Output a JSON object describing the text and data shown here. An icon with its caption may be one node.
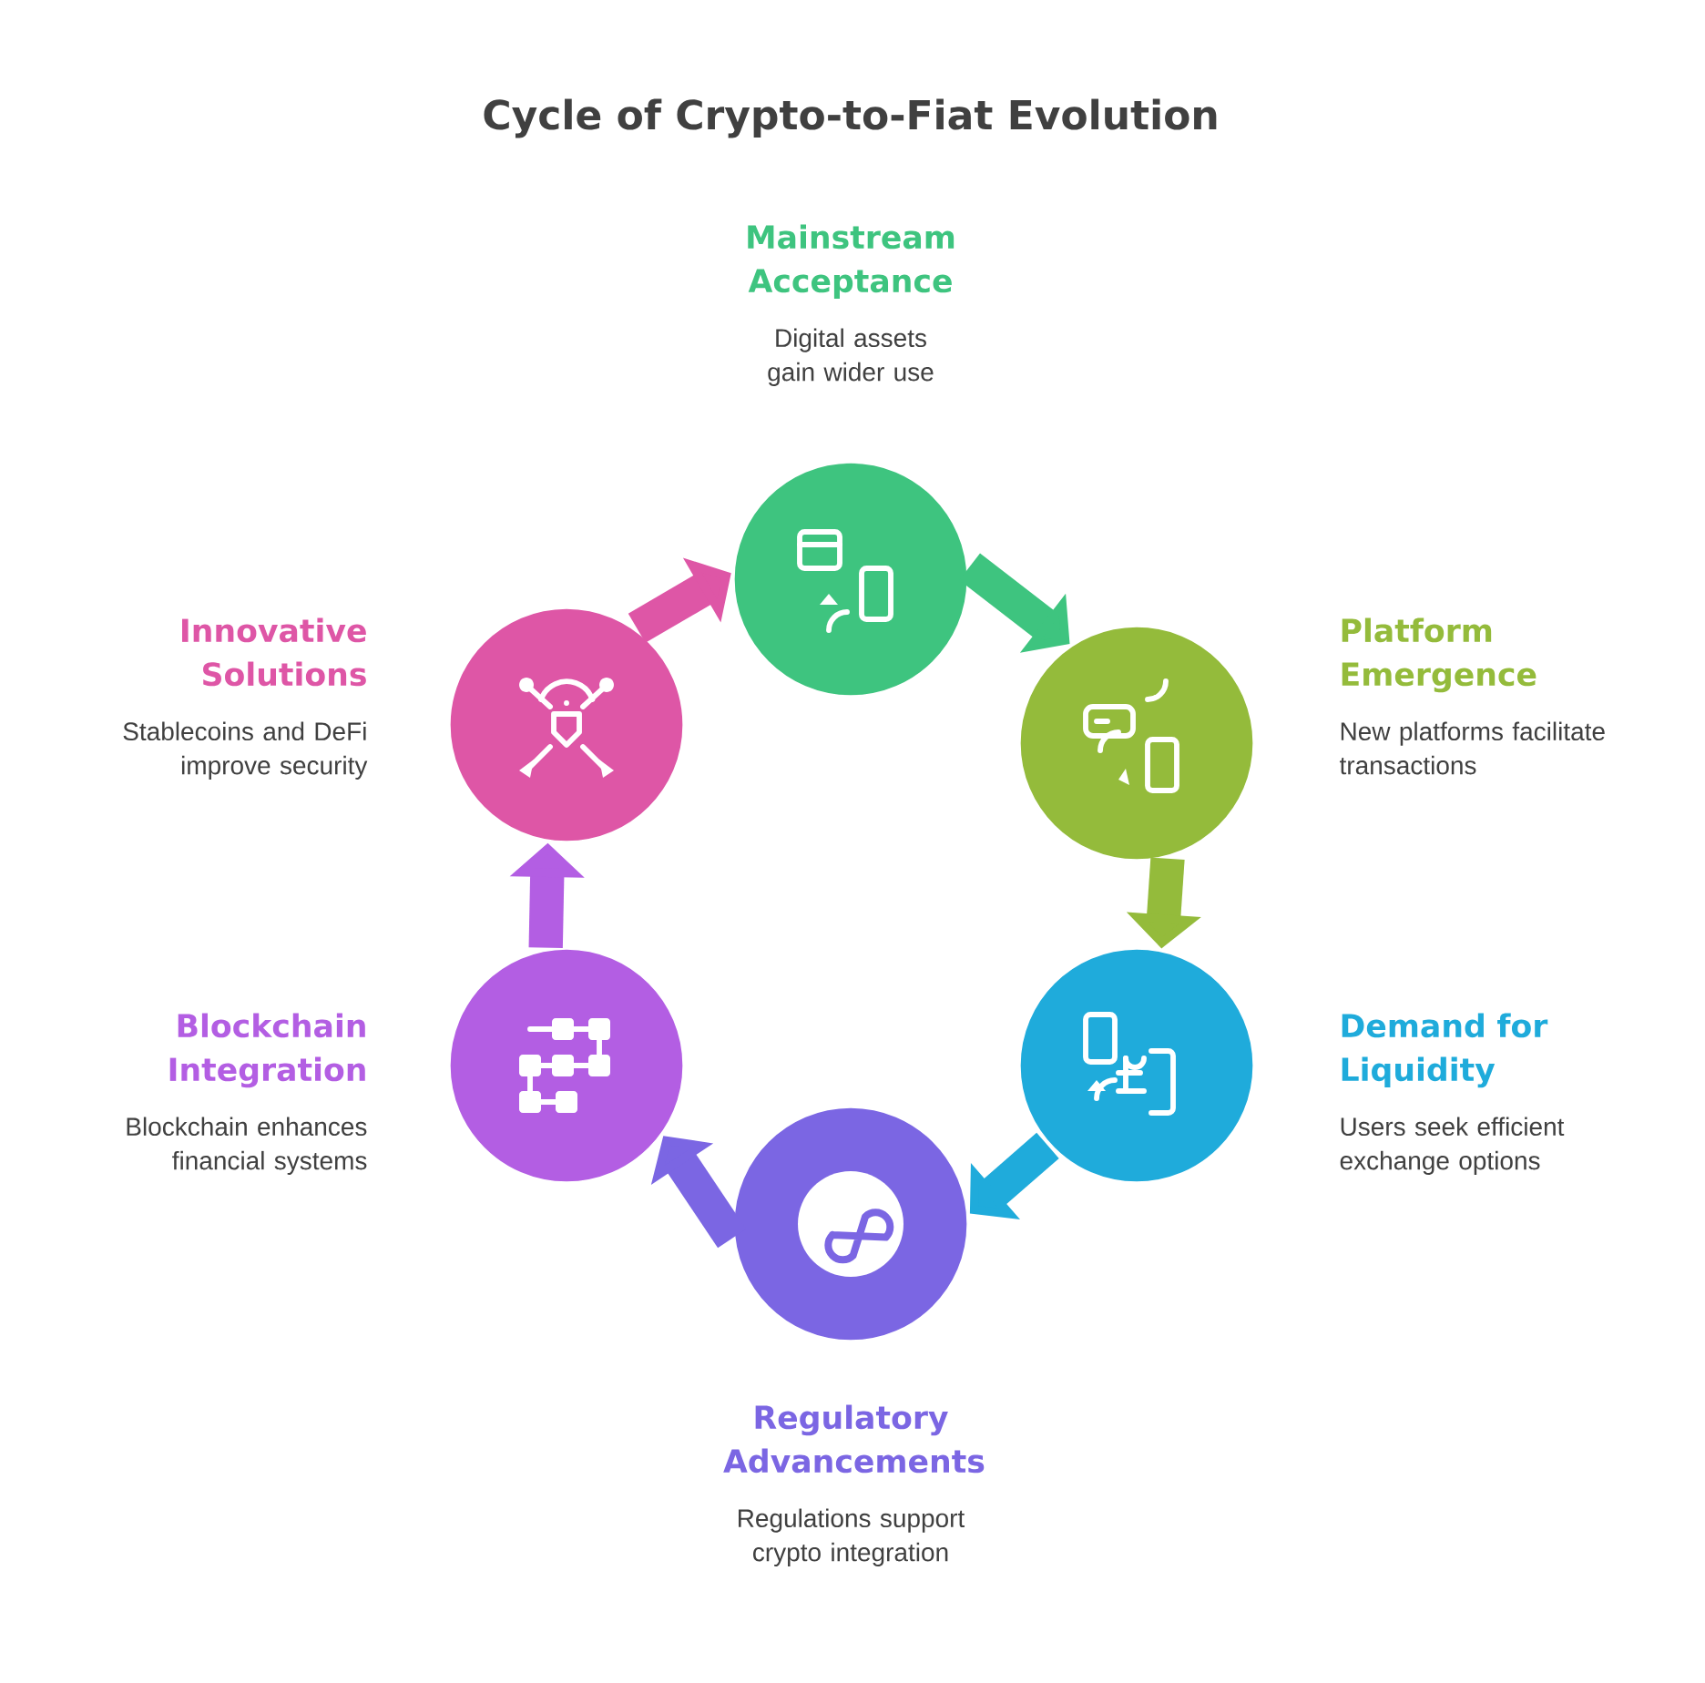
{
  "diagram": {
    "title": "Cycle of Crypto-to-Fiat Evolution",
    "nodes": [
      {
        "text": [
          "Mainstream Acceptance",
          "Digital assets gain wider use"
        ]
      },
      {
        "text": [
          "Platform Emergence",
          "New platforms facilitate transactions"
        ]
      },
      {
        "text": [
          "Demand for Liquidity",
          "Users seek efficient exchange options"
        ]
      },
      {
        "text": [
          "Regulatory Advancements",
          "Regulations support crypto integration"
        ]
      },
      {
        "text": [
          "Blockchain Integration",
          "Blockchain enhances financial systems"
        ]
      },
      {
        "text": [
          "Innovative Solutions",
          "Stablecoins and DeFi improve security"
        ]
      }
    ],
    "edges": [
      {
        "from": 0,
        "to": 1,
        "arrow": "to",
        "color": "#3ec47f"
      },
      {
        "from": 1,
        "to": 2,
        "arrow": "to",
        "color": "#94bb3b"
      },
      {
        "from": 2,
        "to": 3,
        "arrow": "to",
        "color": "#1fabdb"
      },
      {
        "from": 3,
        "to": 4,
        "arrow": "to",
        "color": "#7b66e3"
      },
      {
        "from": 4,
        "to": 5,
        "arrow": "to",
        "color": "#b35ee3"
      },
      {
        "from": 5,
        "to": 0,
        "arrow": "to",
        "color": "#de56a6"
      }
    ]
  }
}
